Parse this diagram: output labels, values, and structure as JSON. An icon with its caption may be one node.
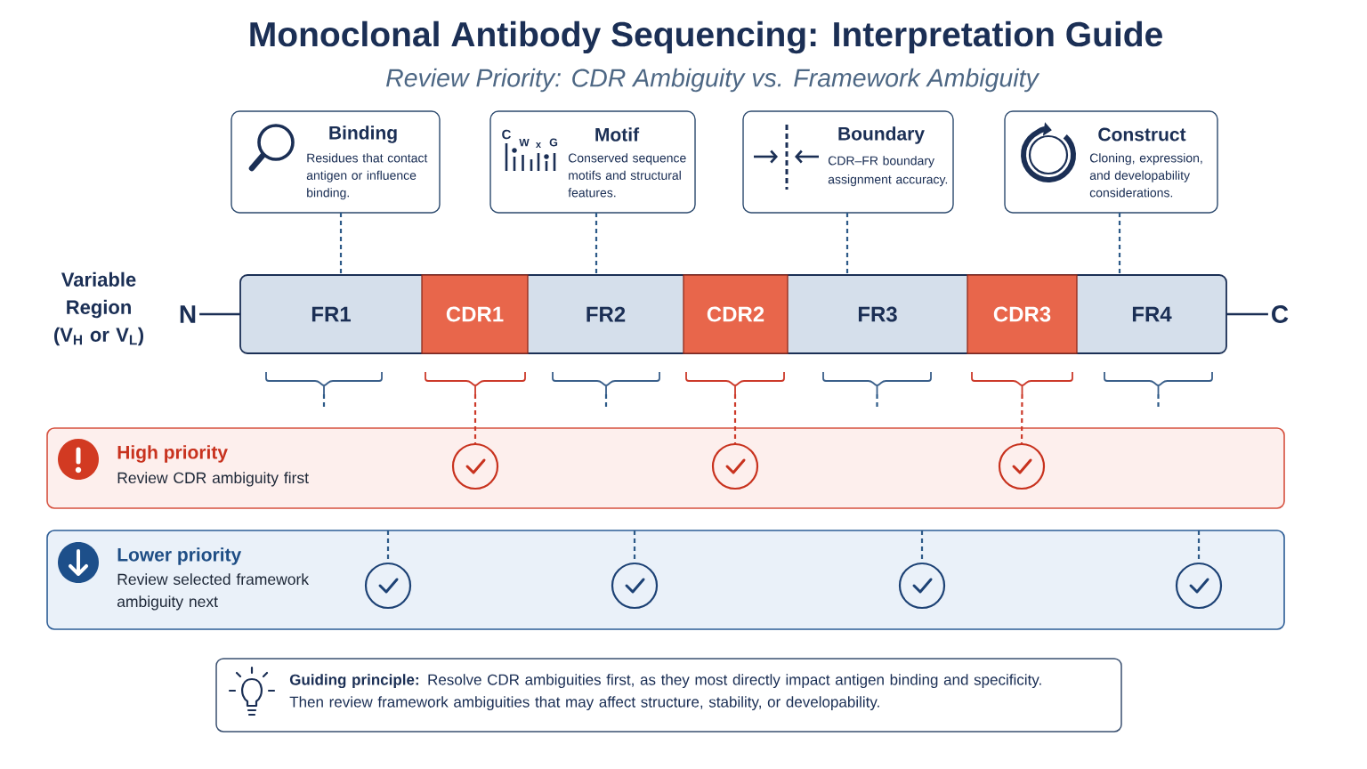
{
  "diagram": {
    "title": "Monoclonal Antibody Sequencing: Interpretation Guide",
    "nodes": [
      {
        "text": [
          "Binding",
          "Residues that contact antigen or influence binding."
        ]
      },
      {
        "text": [
          "Motif",
          "Conserved sequence motifs and structural features."
        ]
      },
      {
        "text": [
          "Boundary",
          "CDR–FR boundary assignment accuracy."
        ]
      },
      {
        "text": [
          "Construct",
          "Cloning, expression, and developability considerations."
        ]
      },
      {
        "text": [
          "N"
        ]
      },
      {
        "text": [],
        "shape": "bar"
      },
      {
        "text": [
          "FR1"
        ],
        "in": 5
      },
      {
        "text": [
          "CDR1"
        ],
        "in": 5
      },
      {
        "text": [
          "FR2"
        ],
        "in": 5
      },
      {
        "text": [
          "CDR2"
        ],
        "in": 5
      },
      {
        "text": [
          "FR3"
        ],
        "in": 5
      },
      {
        "text": [
          "CDR3"
        ],
        "in": 5
      },
      {
        "text": [
          "FR4"
        ],
        "in": 5
      },
      {
        "text": [
          "C"
        ]
      },
      {
        "text": [],
        "shape": "bracket"
      },
      {
        "text": [],
        "shape": "bracket"
      },
      {
        "text": [],
        "shape": "bracket"
      },
      {
        "text": [],
        "shape": "bracket"
      },
      {
        "text": [],
        "shape": "bracket"
      },
      {
        "text": [],
        "shape": "bracket"
      },
      {
        "text": [],
        "shape": "bracket"
      },
      {
        "text": [
          "High priority",
          "Review CDR ambiguity first"
        ]
      },
      {
        "text": [],
        "shape": "circle",
        "in": 21
      },
      {
        "text": [],
        "shape": "circle",
        "in": 21
      },
      {
        "text": [],
        "shape": "circle",
        "in": 21
      },
      {
        "text": [
          "Lower priority",
          "Review selected framework ambiguity next"
        ]
      },
      {
        "text": [],
        "shape": "circle",
        "in": 25
      },
      {
        "text": [],
        "shape": "circle",
        "in": 25
      },
      {
        "text": [],
        "shape": "circle",
        "in": 25
      },
      {
        "text": [],
        "shape": "circle",
        "in": 25
      },
      {
        "text": [
          "**Guiding principle:** Resolve CDR ambiguities first, as they most directly impact antigen binding and specificity. Then review framework ambiguities that may affect structure, stability, or developability."
        ]
      }
    ],
    "edges": [
      {
        "from": 0,
        "to": 6,
        "arrow": "none",
        "style": "dashed"
      },
      {
        "from": 1,
        "to": 8,
        "arrow": "none",
        "style": "dashed"
      },
      {
        "from": 2,
        "to": 10,
        "arrow": "none",
        "style": "dashed"
      },
      {
        "from": 3,
        "to": 12,
        "arrow": "none",
        "style": "dashed"
      },
      {
        "from": 4,
        "to": 5,
        "arrow": "none",
        "color": "#1b2f55"
      },
      {
        "from": 5,
        "to": 13,
        "arrow": "none",
        "color": "#1b2f55"
      },
      {
        "from": 14,
        "to": null,
        "arrow": "none",
        "style": "dashed"
      },
      {
        "from": 15,
        "to": 22,
        "arrow": "none",
        "style": "dashed",
        "color": "#cc3a2a"
      },
      {
        "from": 16,
        "to": null,
        "arrow": "none",
        "style": "dashed"
      },
      {
        "from": 17,
        "to": 23,
        "arrow": "none",
        "style": "dashed",
        "color": "#cc3a2a"
      },
      {
        "from": 18,
        "to": null,
        "arrow": "none",
        "style": "dashed"
      },
      {
        "from": 19,
        "to": 24,
        "arrow": "none",
        "style": "dashed",
        "color": "#cc3a2a"
      },
      {
        "from": 20,
        "to": null,
        "arrow": "none",
        "style": "dashed"
      },
      {
        "from": 25,
        "to": 26,
        "arrow": "none",
        "style": "dashed"
      },
      {
        "from": 25,
        "to": 27,
        "arrow": "none",
        "style": "dashed"
      },
      {
        "from": 25,
        "to": 28,
        "arrow": "none",
        "style": "dashed"
      },
      {
        "from": 25,
        "to": 29,
        "arrow": "none",
        "style": "dashed"
      }
    ],
    "labels": [
      "Review Priority: CDR Ambiguity vs. Framework Ambiguity",
      "C",
      "W",
      "x",
      "G",
      "Variable Region (V$_{H}$ or V$_{L}$)"
    ]
  }
}
